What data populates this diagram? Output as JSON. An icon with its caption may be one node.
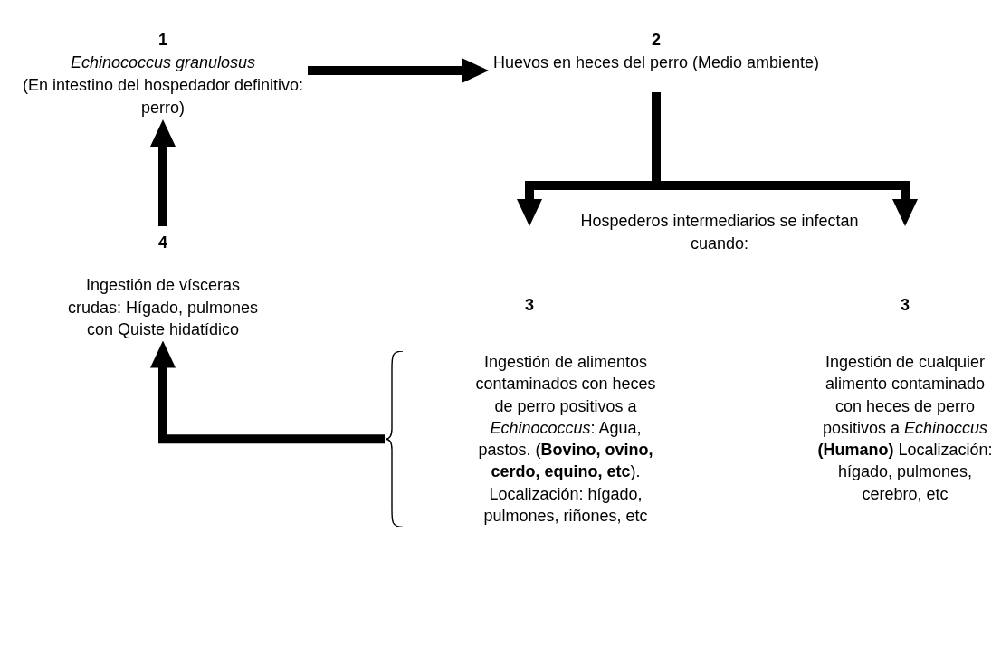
{
  "diagram": {
    "nodes": [
      {
        "text": [
          "1",
          "Echinococcus granulosus",
          "(En intestino del hospedador definitivo: perro)"
        ]
      },
      {
        "text": [
          "2",
          "Huevos en heces del perro (Medio ambiente)"
        ]
      },
      {
        "text": [
          "3",
          "Ingestión de alimentos contaminados con heces de perro positivos a *Echinococcus*: Agua, pastos. (**Bovino, ovino, cerdo, equino, etc**). Localización: hígado, pulmones, riñones, etc"
        ]
      },
      {
        "text": [
          "3",
          "Ingestión de cualquier alimento contaminado con heces de perro positivos a *Echinoccus* **(Humano)** Localización: hígado, pulmones, cerebro, etc"
        ]
      },
      {
        "text": [
          "4",
          "Ingestión de vísceras crudas: Hígado, pulmones con Quiste hidatídico"
        ]
      }
    ],
    "edges": [
      {
        "from": 0,
        "to": 1,
        "arrow": "to"
      },
      {
        "from": 1,
        "to": 2,
        "arrow": "to"
      },
      {
        "from": 1,
        "to": 3,
        "arrow": "to"
      },
      {
        "from": 2,
        "to": 4,
        "arrow": "to"
      },
      {
        "from": 4,
        "to": 0,
        "arrow": "to"
      }
    ],
    "labels": [
      "Hospederos intermediarios se infectan cuando:"
    ]
  }
}
